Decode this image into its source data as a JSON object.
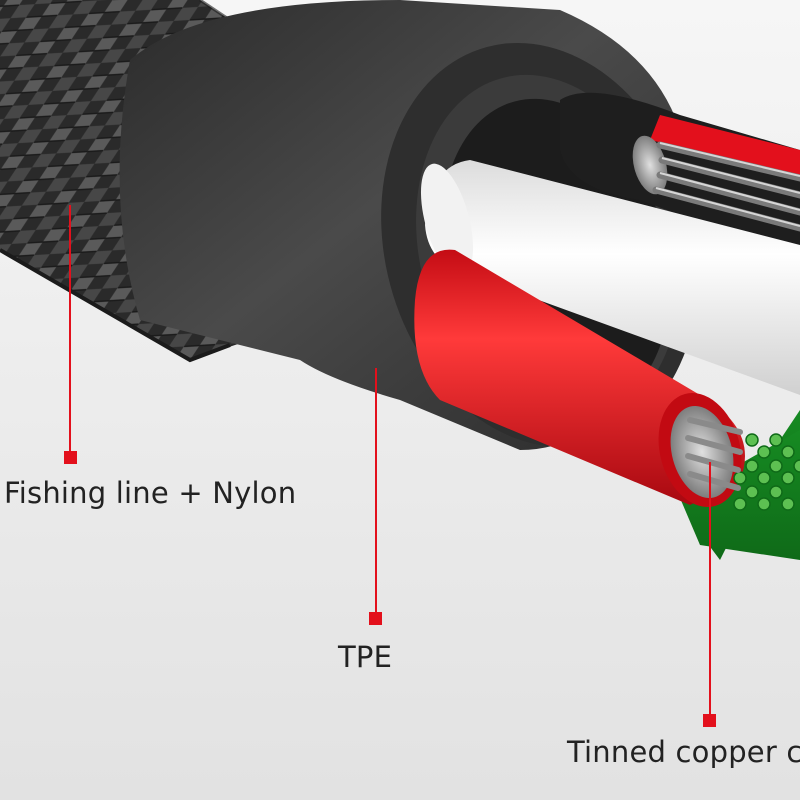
{
  "callouts": {
    "braid": "Fishing line + Nylon",
    "jacket": "TPE",
    "conductor": "Tinned copper c"
  },
  "colors": {
    "background": "#ececec",
    "leader_line": "#e3101c",
    "braid": "#2b2b2b",
    "jacket": "#3a3a3a",
    "wire_red": "#e8141c",
    "wire_white": "#f4f4f4",
    "wire_green": "#1f9a2a",
    "conductor_metal": "#9a9a9a"
  },
  "icons": {
    "marker": "red-square-marker"
  }
}
